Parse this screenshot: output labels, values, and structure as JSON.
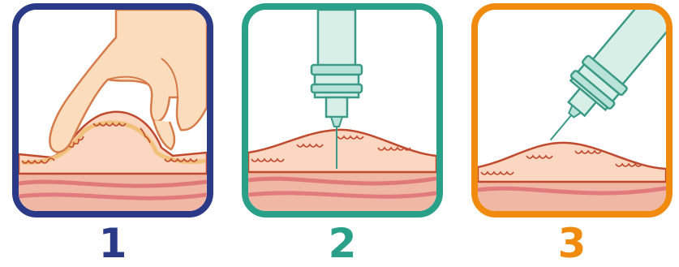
{
  "steps": [
    {
      "number": "1",
      "color": "#2a3a86"
    },
    {
      "number": "2",
      "color": "#2aa089"
    },
    {
      "number": "3",
      "color": "#f08b0f"
    }
  ]
}
